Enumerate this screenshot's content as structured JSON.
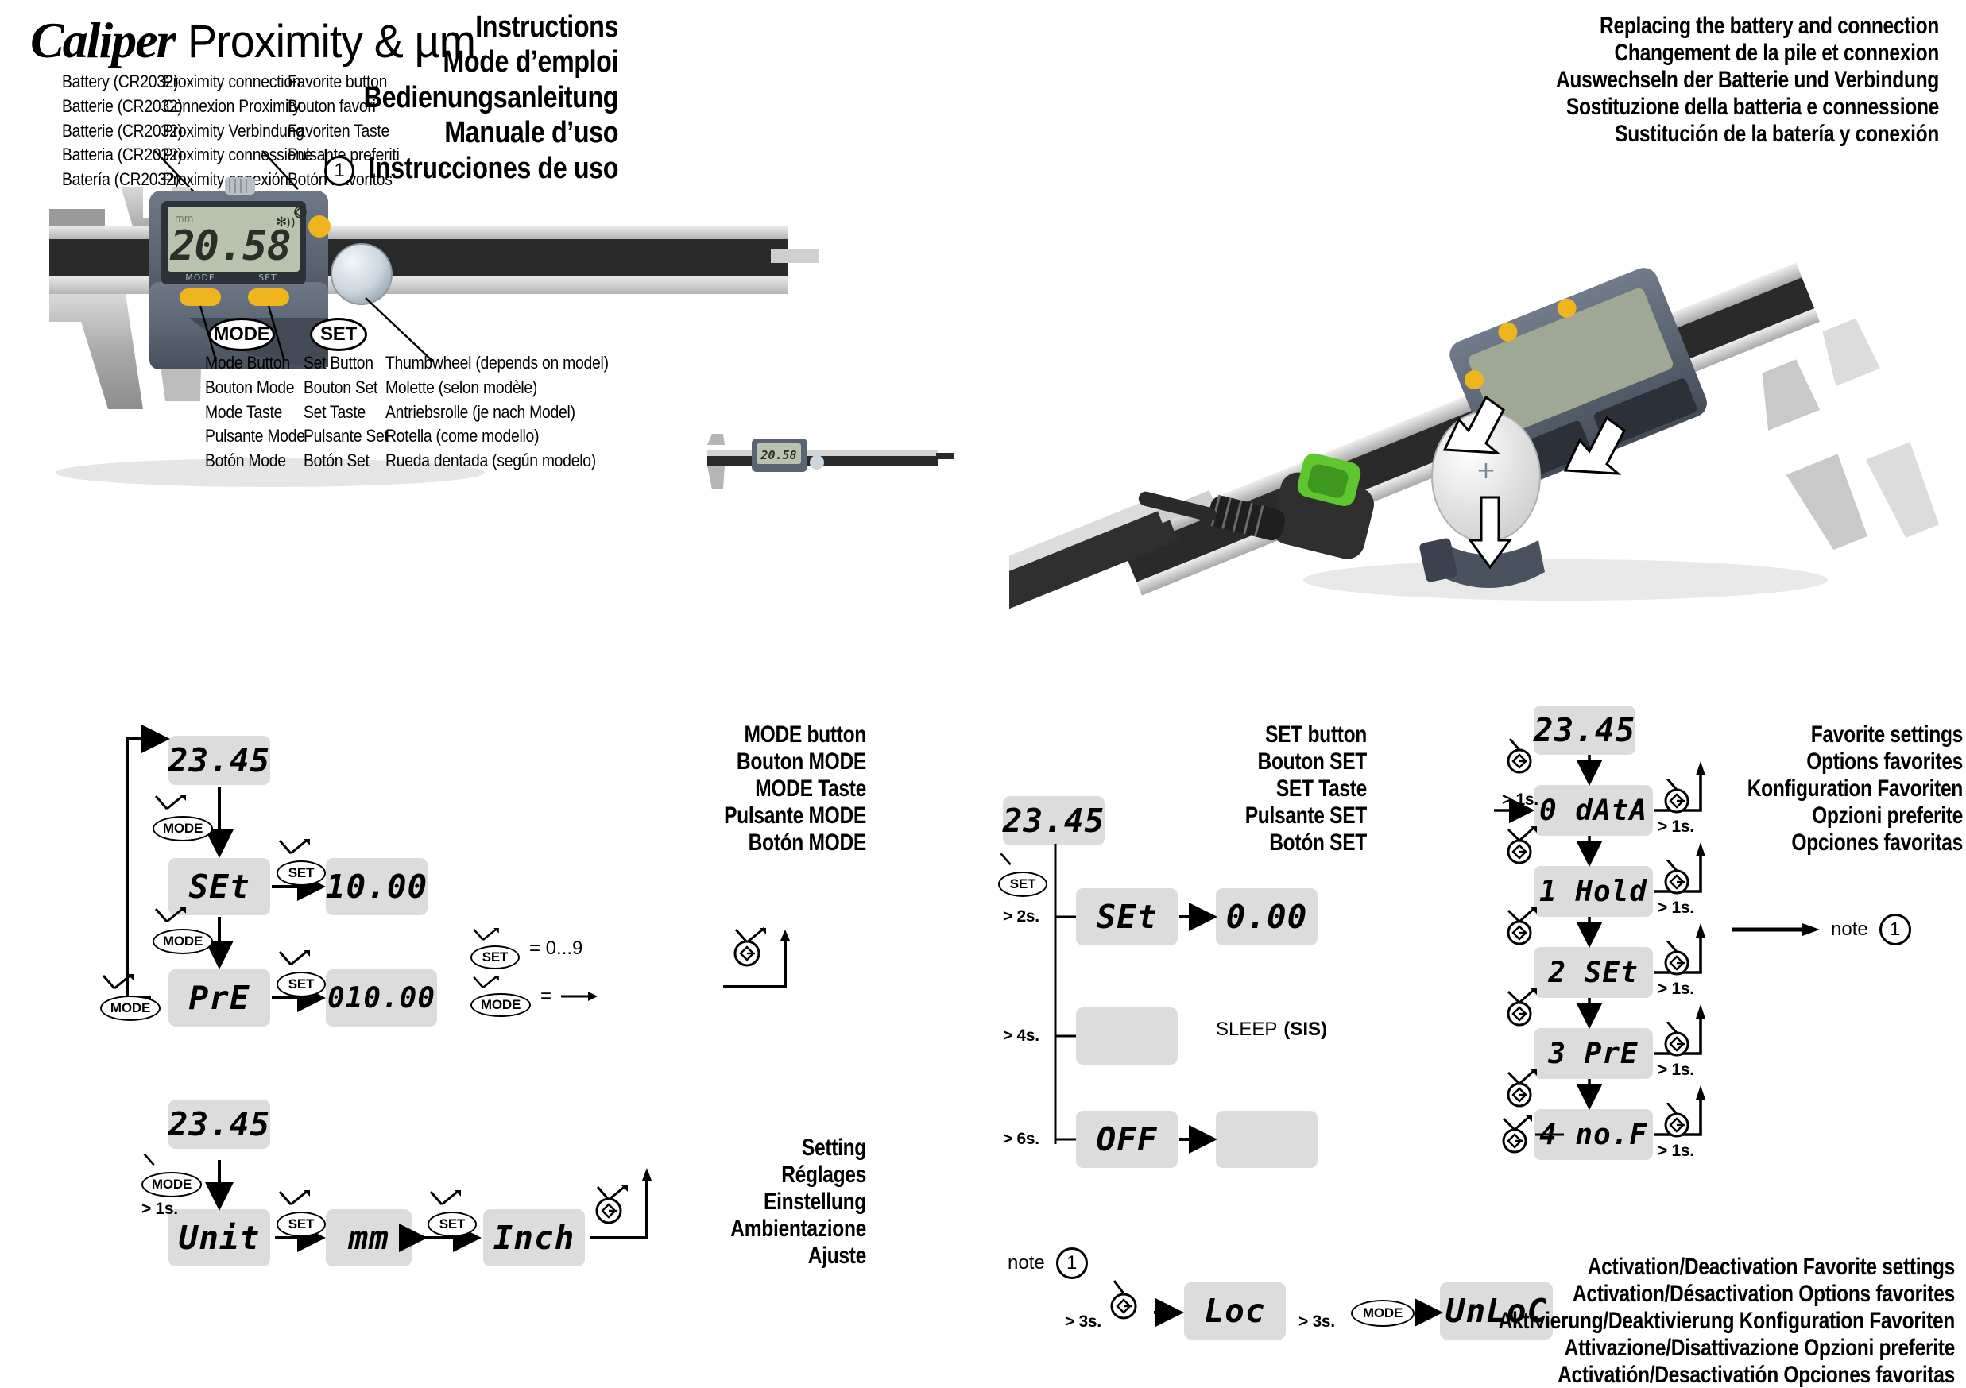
{
  "brand": {
    "script": "Caliper",
    "rest": "Proximity & µm"
  },
  "title_block": [
    "Instructions",
    "Mode d’emploi",
    "Bedienungsanleitung",
    "Manuale d’uso",
    "Instrucciones de uso"
  ],
  "battery_heading": [
    "Replacing the battery and connection",
    "Changement de la pile et connexion",
    "Auswechseln der Batterie und Verbindung",
    "Sostituzione della batteria e connessione",
    "Sustitución de la batería y conexión"
  ],
  "callouts": {
    "battery": [
      "Battery (CR2032)",
      "Batterie (CR2032)",
      "Batterie (CR2032)",
      "Batteria (CR2032)",
      "Batería (CR2032)"
    ],
    "proximity": [
      "Proximity connection",
      "Connexion Proximity",
      "Proximity Verbindung",
      "Proximity connessione",
      "Proximity conexión"
    ],
    "favorite": [
      "Favorite button",
      "Bouton favori",
      "Favoriten Taste",
      "Pulsante preferiti",
      "Botón Favoritos"
    ],
    "mode": [
      "Mode Button",
      "Bouton Mode",
      "Mode Taste",
      "Pulsante Mode",
      "Botón Mode"
    ],
    "set": [
      "Set Button",
      "Bouton Set",
      "Set Taste",
      "Pulsante Set",
      "Botón Set"
    ],
    "thumbwheel": [
      "Thumbwheel (depends on model)",
      "Molette (selon modèle)",
      "Antriebsrolle (je nach Model)",
      "Rotella (come modello)",
      "Rueda dentada (según modelo)"
    ]
  },
  "device": {
    "lcd_value": "20.58",
    "unit_label": "mm",
    "mode_key": "MODE",
    "set_key": "SET",
    "favorite_marker": "1"
  },
  "mode_section": {
    "heading": [
      "MODE button",
      "Bouton MODE",
      "MODE Taste",
      "Pulsante MODE",
      "Botón MODE"
    ],
    "screens": {
      "start": "23.45",
      "set": "SEt",
      "set_value": "10.00",
      "pre": "PrE",
      "pre_value": "010.00"
    },
    "keys": {
      "mode": "MODE",
      "set": "SET"
    },
    "legend": {
      "set_key": "SET",
      "set_eq": "= 0...9",
      "mode_key": "MODE",
      "mode_eq": "="
    }
  },
  "setting_section": {
    "heading": [
      "Setting",
      "Réglages",
      "Einstellung",
      "Ambientazione",
      "Ajuste"
    ],
    "screens": {
      "start": "23.45",
      "unit": "Unit",
      "mm": "mm",
      "inch": "Inch"
    },
    "keys": {
      "mode": "MODE",
      "set": "SET"
    },
    "hold": "> 1s."
  },
  "set_section": {
    "heading": [
      "SET button",
      "Bouton SET",
      "SET Taste",
      "Pulsante SET",
      "Botón SET"
    ],
    "key": "SET",
    "screens": {
      "start": "23.45",
      "set": "SEt",
      "zero": "0.00",
      "sleep": "",
      "off": "OFF",
      "blank": ""
    },
    "times": {
      "t2": "> 2s.",
      "t4": "> 4s.",
      "t6": "> 6s."
    },
    "sleep_label": "SLEEP",
    "sleep_code": "(SIS)"
  },
  "favorite_section": {
    "heading": [
      "Favorite settings",
      "Options favorites",
      "Konfiguration Favoriten",
      "Opzioni preferite",
      "Opciones favoritas"
    ],
    "screens": {
      "start": "23.45",
      "items": [
        "0 dAtA",
        "1 Hold",
        "2 SEt",
        "3 PrE",
        "4 no.F"
      ]
    },
    "hold": "> 1s.",
    "note_label": "note",
    "note_number": "1"
  },
  "lock_section": {
    "note_label": "note",
    "note_number": "1",
    "t1": "> 3s.",
    "t2": "> 3s.",
    "mode_key": "MODE",
    "screens": {
      "loc": "Loc",
      "unloc": "UnLoC"
    },
    "heading": [
      "Activation/Deactivation Favorite settings",
      "Activation/Désactivation Options favorites",
      "Aktivierung/Deaktivierung Konfiguration Favoriten",
      "Attivazione/Disattivazione Opzioni preferite",
      "Activatión/Desactivatión Opciones favoritas"
    ]
  },
  "colors": {
    "lcd_panel": "#b9c2ad",
    "body_dark": "#5b6472",
    "button_yellow": "#efb51f",
    "scale_black": "#232323",
    "screen_gray": "#dcdcdc",
    "battery_green": "#5fc62e"
  }
}
